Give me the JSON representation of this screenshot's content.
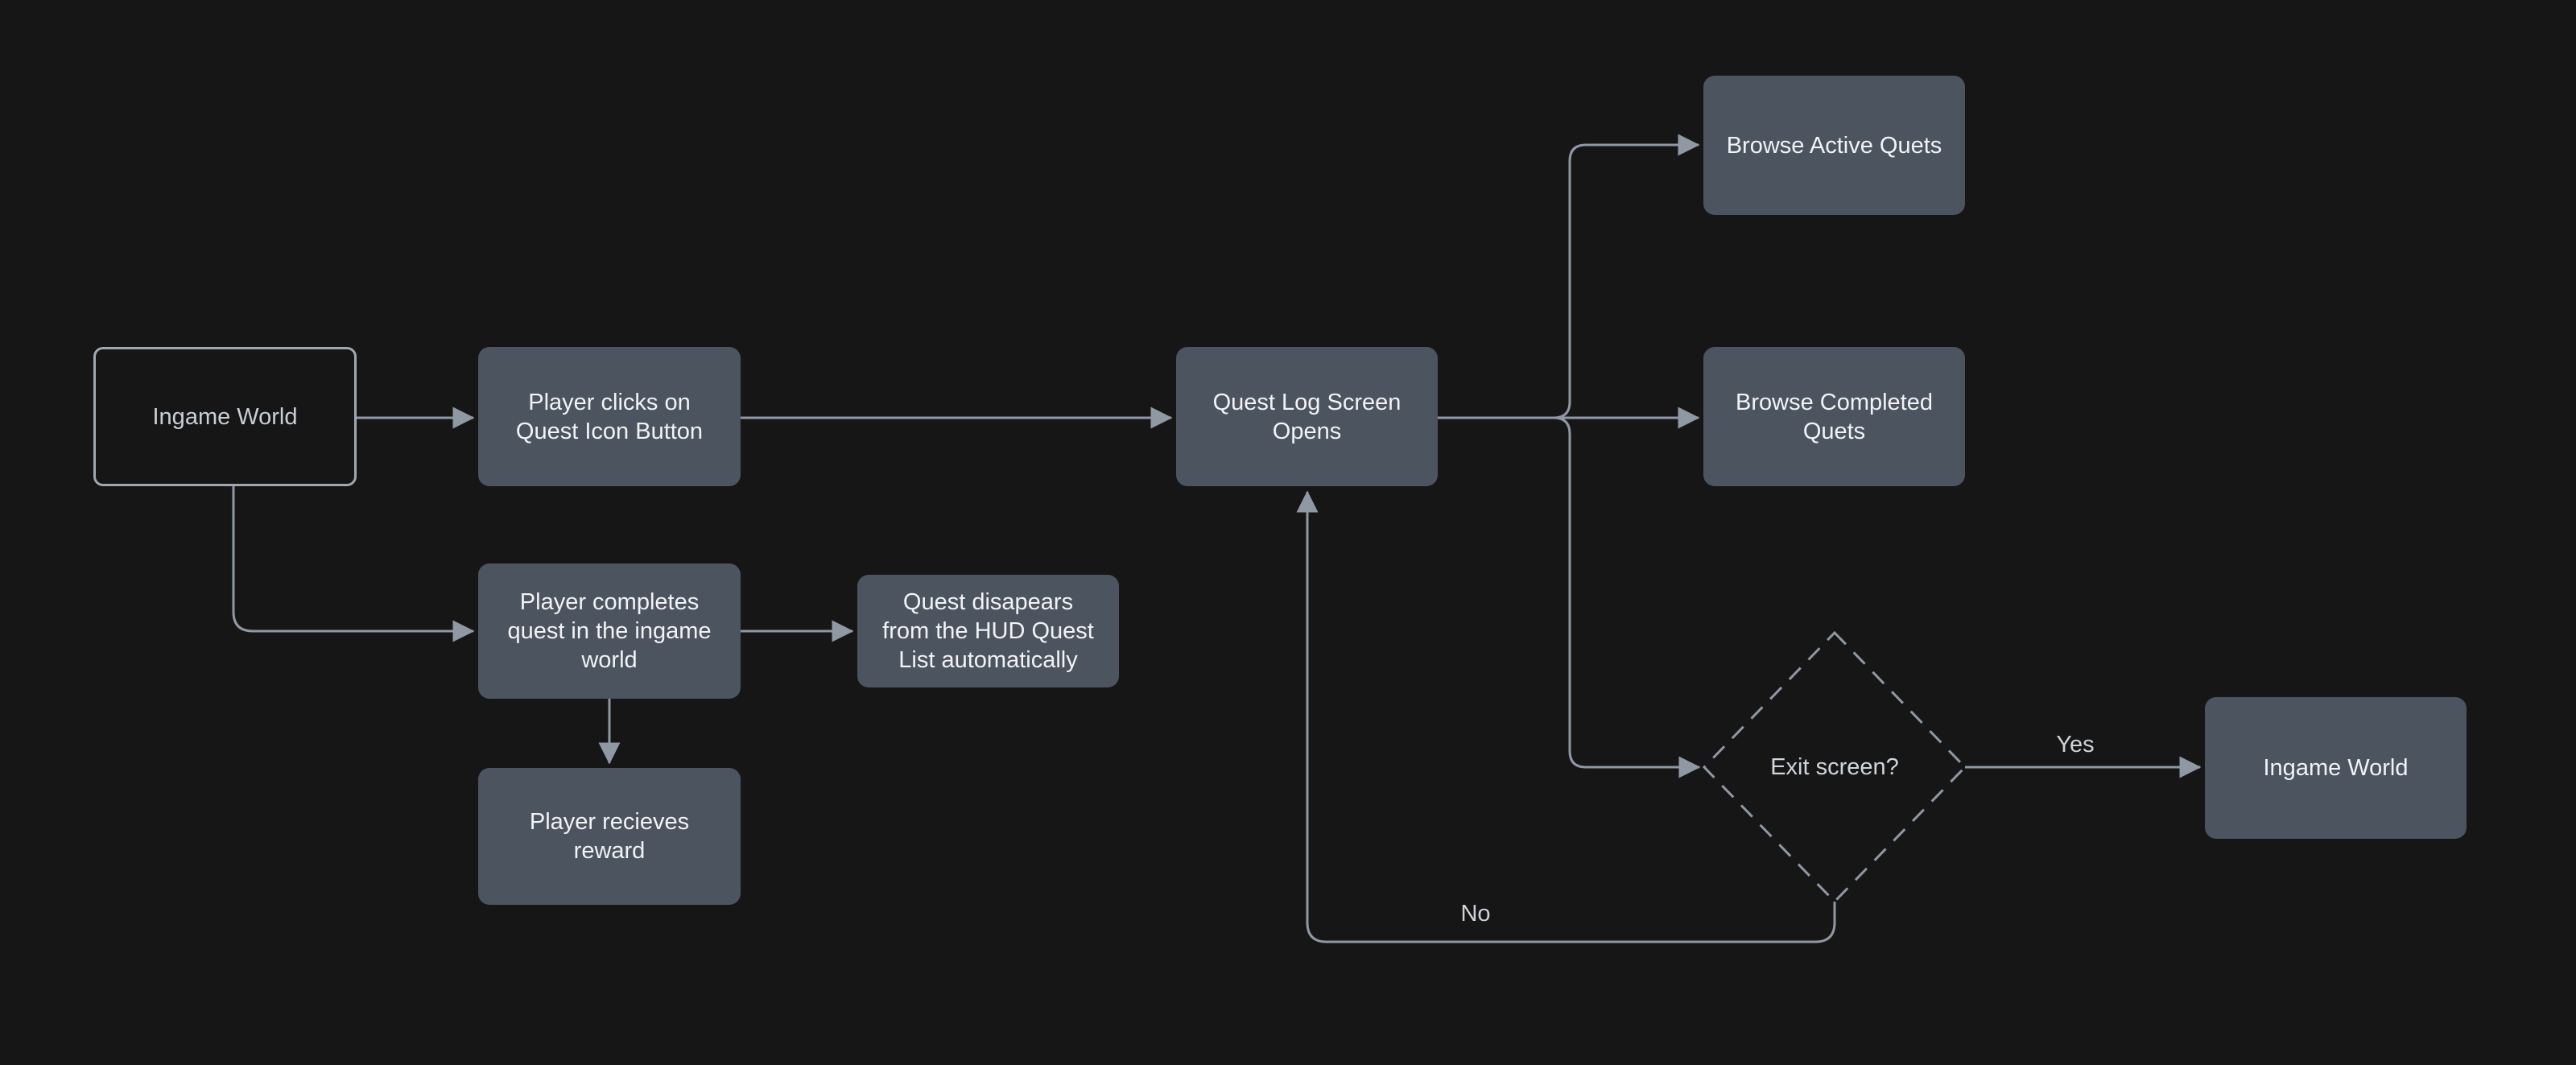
{
  "diagram": {
    "type": "flowchart",
    "background_color": "#161617",
    "node_fill_color": "#4c5460",
    "node_text_color": "#f1f3f5",
    "outline_stroke_color": "#9fa8b2",
    "edge_color": "#8f98a3"
  },
  "nodes": [
    {
      "id": "ingame-world-start",
      "shape": "rounded-rect-outline",
      "label": "Ingame World",
      "lines": [
        "Ingame World"
      ]
    },
    {
      "id": "player-clicks-quest-icon",
      "shape": "rounded-rect",
      "label": "Player clicks on Quest Icon Button",
      "lines": [
        "Player clicks on",
        "Quest Icon Button"
      ]
    },
    {
      "id": "quest-log-screen-opens",
      "shape": "rounded-rect",
      "label": "Quest Log Screen Opens",
      "lines": [
        "Quest Log Screen",
        "Opens"
      ]
    },
    {
      "id": "browse-active-quets",
      "shape": "rounded-rect",
      "label": "Browse Active Quets",
      "lines": [
        "Browse Active Quets"
      ]
    },
    {
      "id": "browse-completed-quets",
      "shape": "rounded-rect",
      "label": "Browse Completed Quets",
      "lines": [
        "Browse Completed",
        "Quets"
      ]
    },
    {
      "id": "player-completes-quest",
      "shape": "rounded-rect",
      "label": "Player completes quest in the ingame world",
      "lines": [
        "Player completes",
        "quest in the ingame",
        "world"
      ]
    },
    {
      "id": "quest-disappears-hud",
      "shape": "rounded-rect",
      "label": "Quest disapears from the HUD Quest List automatically",
      "lines": [
        "Quest disapears",
        "from the HUD Quest",
        "List automatically"
      ]
    },
    {
      "id": "player-receives-reward",
      "shape": "rounded-rect",
      "label": "Player recieves reward",
      "lines": [
        "Player recieves",
        "reward"
      ]
    },
    {
      "id": "exit-screen-decision",
      "shape": "diamond-dashed",
      "label": "Exit screen?",
      "lines": [
        "Exit screen?"
      ]
    },
    {
      "id": "ingame-world-end",
      "shape": "rounded-rect",
      "label": "Ingame World",
      "lines": [
        "Ingame World"
      ]
    }
  ],
  "edges": [
    {
      "from": "ingame-world-start",
      "to": "player-clicks-quest-icon",
      "label": ""
    },
    {
      "from": "player-clicks-quest-icon",
      "to": "quest-log-screen-opens",
      "label": ""
    },
    {
      "from": "quest-log-screen-opens",
      "to": "browse-completed-quets",
      "label": ""
    },
    {
      "from": "quest-log-screen-opens",
      "to": "browse-active-quets",
      "label": ""
    },
    {
      "from": "quest-log-screen-opens",
      "to": "exit-screen-decision",
      "label": ""
    },
    {
      "from": "exit-screen-decision",
      "to": "ingame-world-end",
      "label": "Yes"
    },
    {
      "from": "exit-screen-decision",
      "to": "quest-log-screen-opens",
      "label": "No"
    },
    {
      "from": "ingame-world-start",
      "to": "player-completes-quest",
      "label": ""
    },
    {
      "from": "player-completes-quest",
      "to": "quest-disappears-hud",
      "label": ""
    },
    {
      "from": "player-completes-quest",
      "to": "player-receives-reward",
      "label": ""
    }
  ]
}
